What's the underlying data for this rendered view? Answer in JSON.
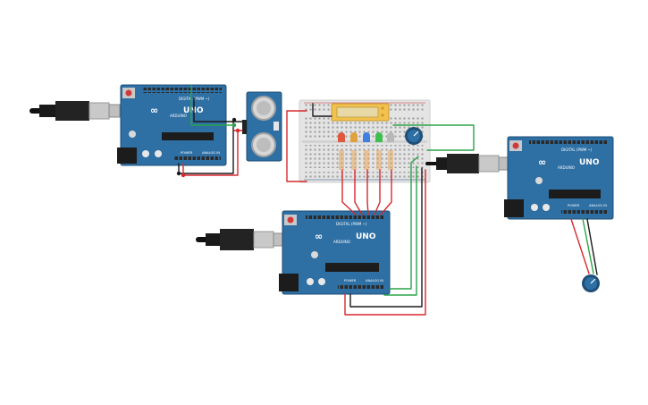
{
  "canvas": {
    "background": "#ffffff"
  },
  "colors": {
    "board": "#2e6fa4",
    "board_dark": "#1f4f78",
    "header": "#1c1c1c",
    "wire_red": "#d6282d",
    "wire_black": "#1a1a1a",
    "wire_green": "#2ca34a",
    "breadboard": "#e4e4e4",
    "lcd": "#f2c14e",
    "led_colors": [
      "#e0573f",
      "#e0a23f",
      "#3f7fe0",
      "#3fbf4f",
      "#b8b8b8"
    ]
  },
  "boards": [
    {
      "id": "arduino-1",
      "brand": "ARDUINO",
      "model": "UNO",
      "digital": "DIGITAL (PWM ~)",
      "power": "POWER",
      "analog": "ANALOG IN"
    },
    {
      "id": "arduino-2",
      "brand": "ARDUINO",
      "model": "UNO",
      "digital": "DIGITAL (PWM ~)",
      "power": "POWER",
      "analog": "ANALOG IN"
    },
    {
      "id": "arduino-3",
      "brand": "ARDUINO",
      "model": "UNO",
      "digital": "DIGITAL (PWM ~)",
      "power": "POWER",
      "analog": "ANALOG IN"
    }
  ],
  "components": {
    "ultrasonic_sensor": {
      "icon": "ultrasonic-sensor-icon"
    },
    "breadboard": {
      "icon": "breadboard-icon"
    },
    "lcd": {
      "icon": "lcd-icon"
    },
    "leds": {
      "count": 5
    },
    "potentiometer_breadboard": {
      "icon": "potentiometer-icon"
    },
    "potentiometer_standalone": {
      "icon": "potentiometer-icon"
    },
    "usb_cables": {
      "count": 3,
      "icon": "usb-plug-icon"
    }
  }
}
